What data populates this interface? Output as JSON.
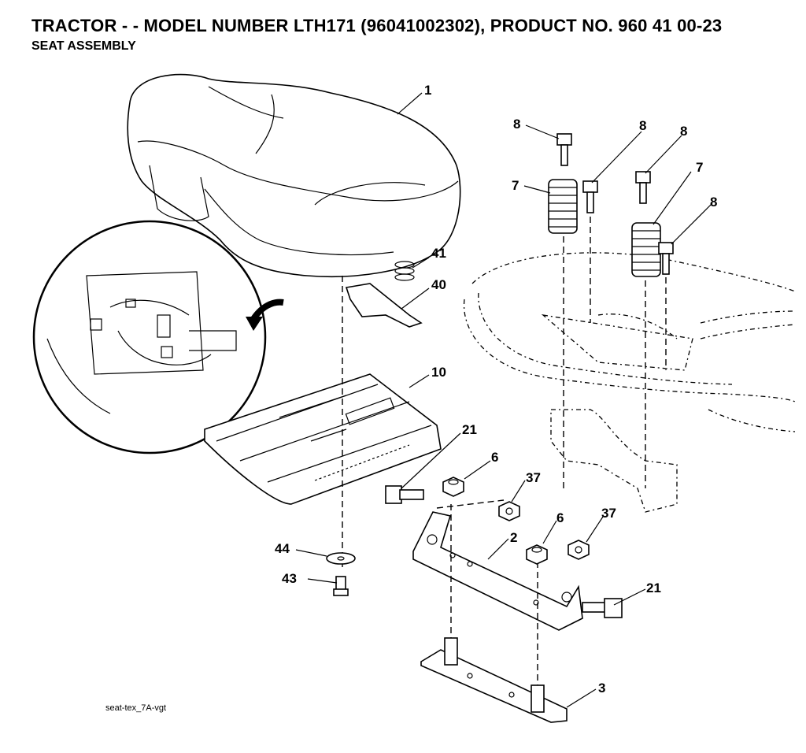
{
  "header": {
    "title": "TRACTOR - - MODEL NUMBER LTH171 (96041002302), PRODUCT NO. 960 41 00-23",
    "subtitle": "SEAT ASSEMBLY"
  },
  "footer": {
    "reference": "seat-tex_7A-vgt"
  },
  "callouts": {
    "seat": "1",
    "seat_spring_left": "7",
    "seat_spring_right": "7",
    "bolt_8_a": "8",
    "bolt_8_b": "8",
    "bolt_8_c": "8",
    "bolt_8_d": "8",
    "spring_41": "41",
    "clip_40": "40",
    "pan_10": "10",
    "bolt_21_left": "21",
    "bolt_21_right": "21",
    "nut_6_a": "6",
    "nut_6_b": "6",
    "nut_37_a": "37",
    "nut_37_b": "37",
    "bracket_2": "2",
    "washer_44": "44",
    "screw_43": "43",
    "plate_3": "3"
  }
}
